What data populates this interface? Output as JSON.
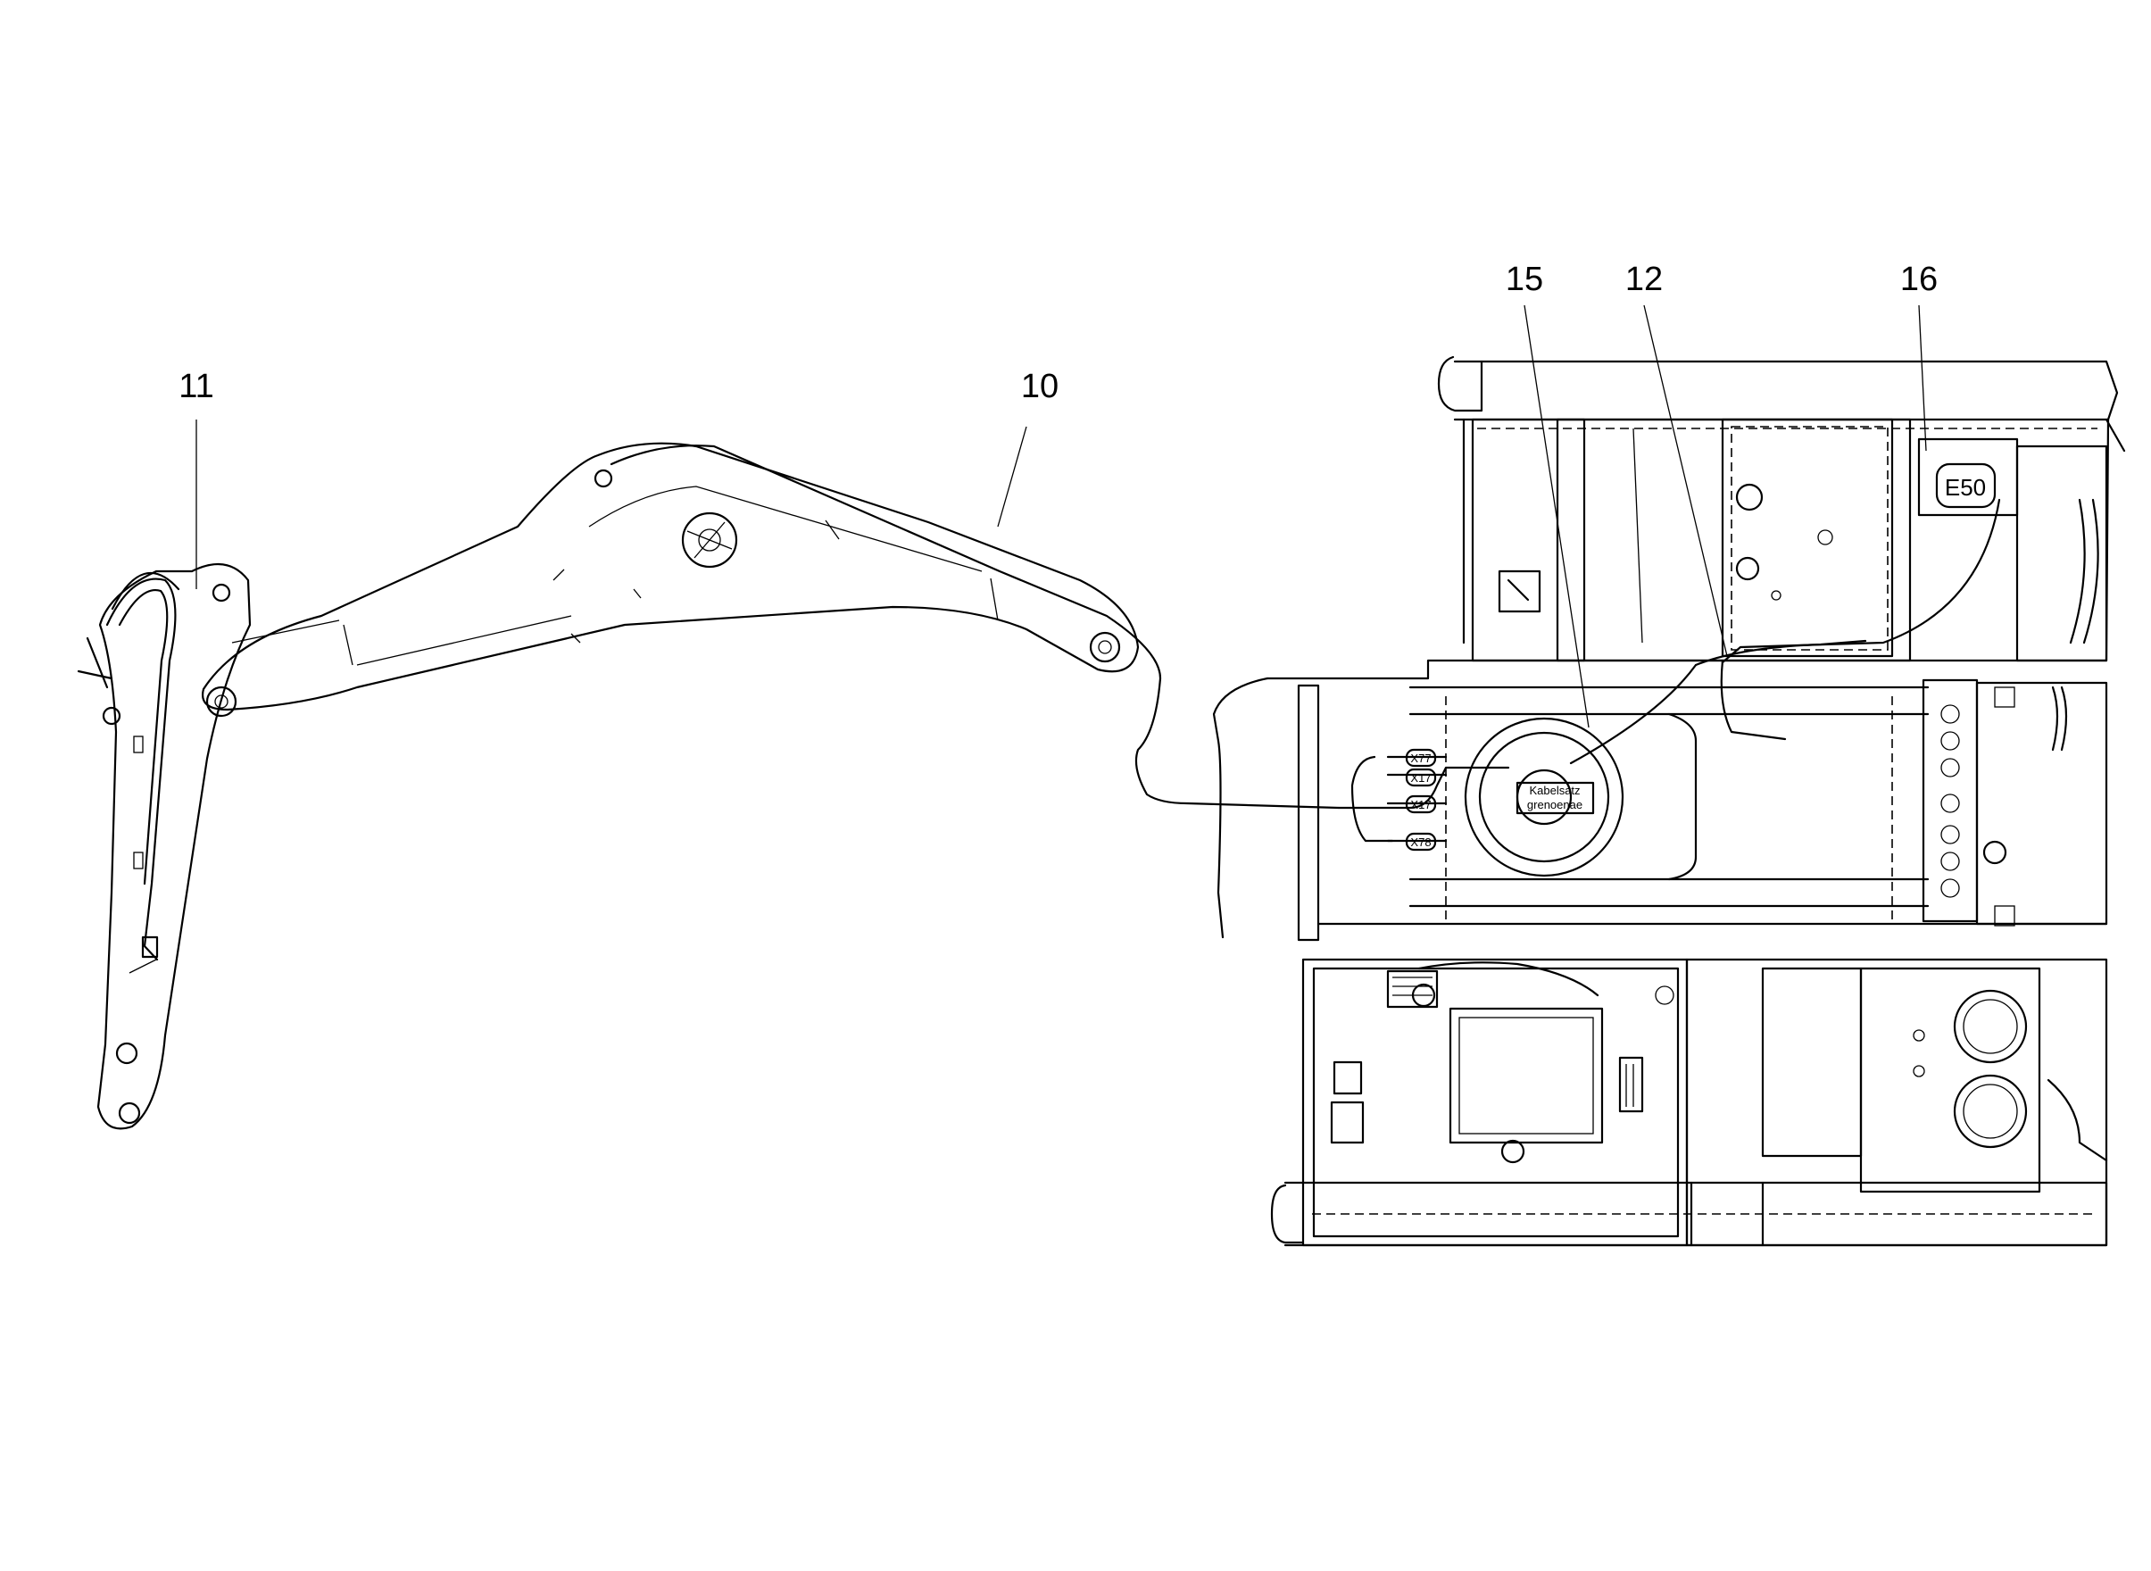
{
  "callouts": {
    "c10": "10",
    "c11": "11",
    "c12": "12",
    "c15": "15",
    "c16": "16"
  },
  "tags": {
    "e50": "E50",
    "x77": "X77",
    "x17a": "X17",
    "x17b": "X17",
    "x78": "X78",
    "hub_label_1": "Kabelsatz",
    "hub_label_2": "grenoenae"
  }
}
